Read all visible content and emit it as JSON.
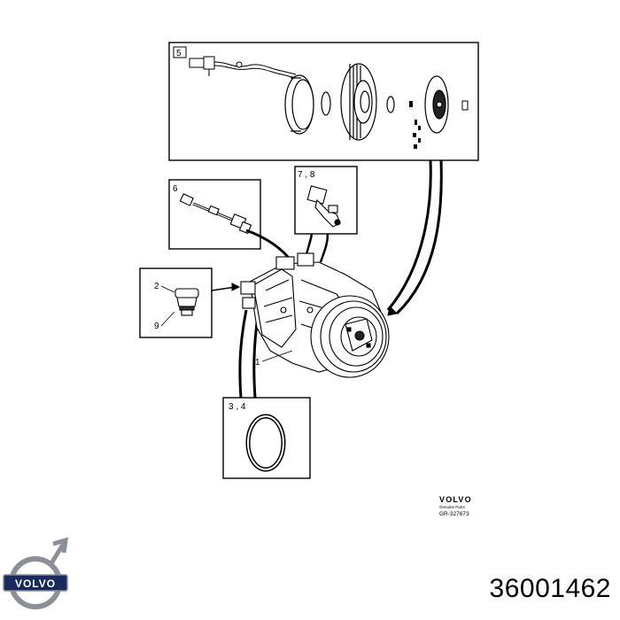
{
  "callouts": {
    "box_5": "5",
    "box_6": "6",
    "box_7_8": "7 , 8",
    "box_2": "2",
    "box_9": "9",
    "box_3_4": "3 , 4",
    "compressor": "1"
  },
  "brand_block": {
    "brand": "VOLVO",
    "subtitle": "Genuine Parts",
    "reference": "GR-327673"
  },
  "logo": {
    "text": "VOLVO"
  },
  "part_number": "36001462",
  "colors": {
    "line": "#000000",
    "logo_blue": "#1a2a5c",
    "logo_ring": "#8a8f98"
  }
}
